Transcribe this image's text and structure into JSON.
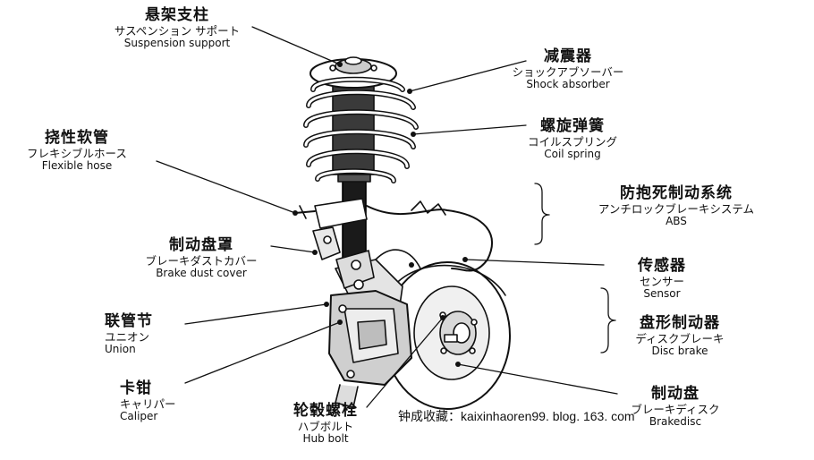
{
  "labels": {
    "suspension_support": {
      "zh": "悬架支柱",
      "ja": "サスペンション サポート",
      "en": "Suspension support"
    },
    "shock_absorber": {
      "zh": "减震器",
      "ja": "ショックアブソーバー",
      "en": "Shock absorber"
    },
    "coil_spring": {
      "zh": "螺旋弹簧",
      "ja": "コイルスプリング",
      "en": "Coil spring"
    },
    "flexible_hose": {
      "zh": "挠性软管",
      "ja": "フレキシブルホース",
      "en": "Flexible hose"
    },
    "abs": {
      "zh": "防抱死制动系统",
      "ja": "アンチロックブレーキシステム",
      "en": "ABS"
    },
    "brake_dust_cover": {
      "zh": "制动盘罩",
      "ja": "ブレーキダストカバー",
      "en": "Brake dust cover"
    },
    "sensor": {
      "zh": "传感器",
      "ja": "センサー",
      "en": "Sensor"
    },
    "union": {
      "zh": "联管节",
      "ja": "ユニオン",
      "en": "Union"
    },
    "disc_brake": {
      "zh": "盘形制动器",
      "ja": "ディスクブレーキ",
      "en": "Disc brake"
    },
    "caliper": {
      "zh": "卡钳",
      "ja": "キャリパー",
      "en": "Caliper"
    },
    "hub_bolt": {
      "zh": "轮毂螺栓",
      "ja": "ハブボルト",
      "en": "Hub bolt"
    },
    "brakedisc": {
      "zh": "制动盘",
      "ja": "ブレーキディスク",
      "en": "Brakedisc"
    }
  },
  "watermark": "钟成收藏：kaixinhaoren99. blog. 163. com"
}
